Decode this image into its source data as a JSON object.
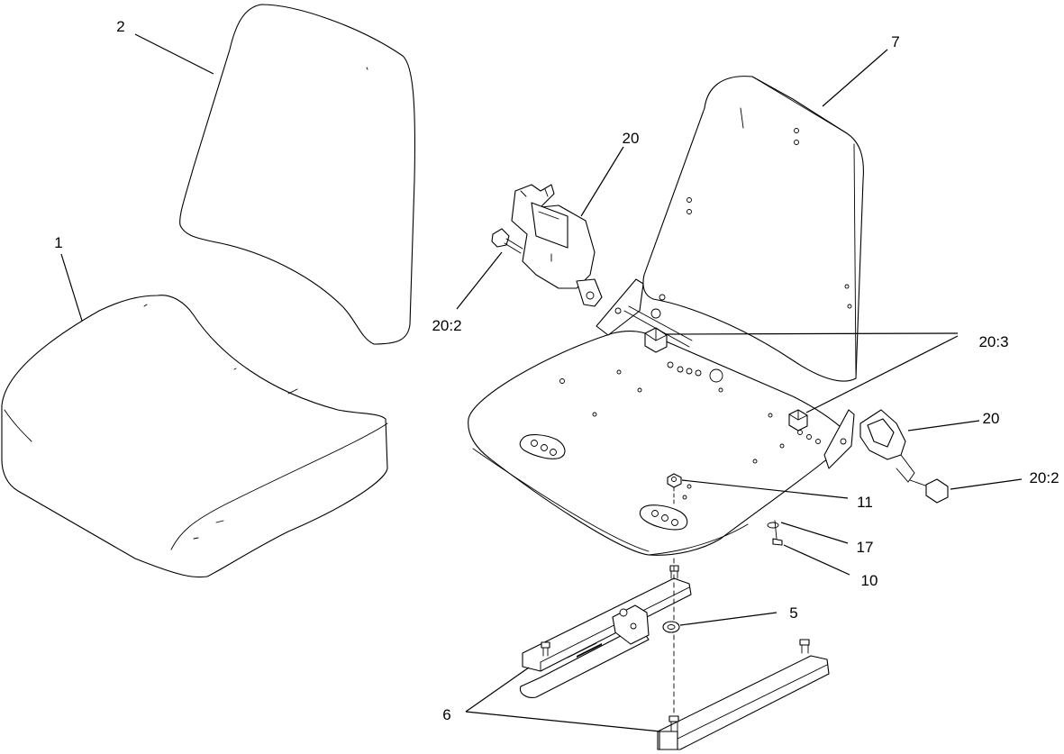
{
  "diagram": {
    "callouts": {
      "c1": "1",
      "c2": "2",
      "c7": "7",
      "c20a": "20",
      "c20_2a": "20:2",
      "c20_3": "20:3",
      "c20b": "20",
      "c20_2b": "20:2",
      "c11": "11",
      "c17": "17",
      "c10": "10",
      "c5": "5",
      "c6": "6"
    }
  }
}
